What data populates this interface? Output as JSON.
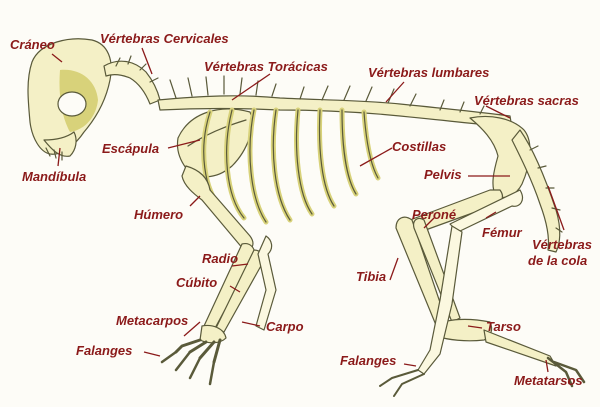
{
  "colors": {
    "label": "#8b1a1a",
    "leader": "#8b1a1a",
    "bone_fill": "#f4f0c6",
    "bone_shade": "#d8d27a",
    "bone_outline": "#5a5a3a",
    "background": "#fdfcf7"
  },
  "labels": {
    "craneo": "Cráneo",
    "vertebras_cervicales": "Vértebras Cervicales",
    "vertebras_toracicas": "Vértebras Torácicas",
    "vertebras_lumbares": "Vértebras lumbares",
    "vertebras_sacras": "Vértebras sacras",
    "mandibula": "Mandíbula",
    "escapula": "Escápula",
    "costillas": "Costillas",
    "pelvis": "Pelvis",
    "humero": "Húmero",
    "perone": "Peroné",
    "femur": "Fémur",
    "vertebras_cola_1": "Vértebras",
    "vertebras_cola_2": "de la cola",
    "radio": "Radio",
    "cubito": "Cúbito",
    "tibia": "Tibia",
    "metacarpos": "Metacarpos",
    "carpo": "Carpo",
    "tarso": "Tarso",
    "falanges_front": "Falanges",
    "falanges_hind": "Falanges",
    "metatarsos": "Metatarsos"
  }
}
